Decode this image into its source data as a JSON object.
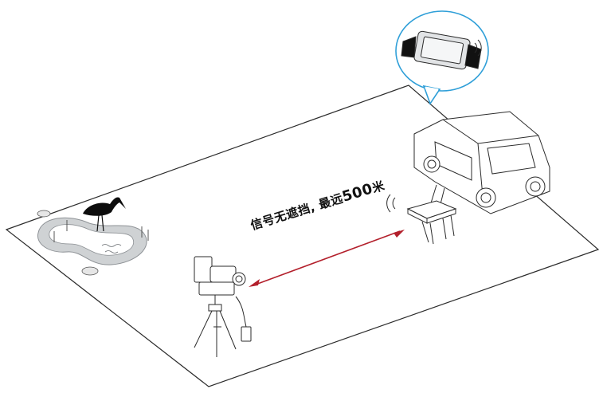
{
  "caption": {
    "text_before": "信号无遮挡, 最远",
    "distance": "500",
    "unit": "米"
  },
  "colors": {
    "line": "#2b2b2b",
    "ground": "#ffffff",
    "arrow": "#b3202c",
    "bubble": "#2f9fd8",
    "pond": "#cfd2d4",
    "bird": "#0d0d0d"
  },
  "icons": [
    "ground-plane",
    "pond",
    "bird-silhouette",
    "camera-on-tripod",
    "double-arrow",
    "receiver-on-chair",
    "wifi-waves",
    "van",
    "controller-bubble"
  ]
}
